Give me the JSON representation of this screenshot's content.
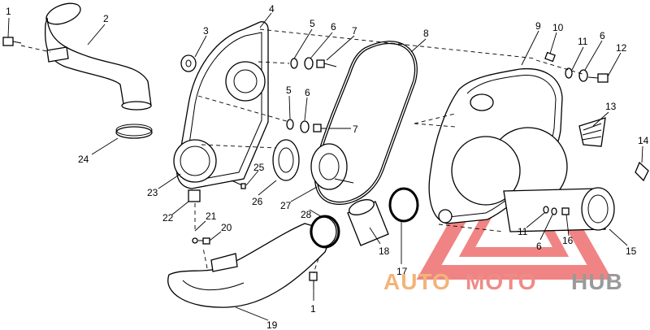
{
  "callouts": [
    "1",
    "2",
    "3",
    "4",
    "5",
    "6",
    "7",
    "8",
    "9",
    "10",
    "11",
    "6",
    "12",
    "13",
    "5",
    "6",
    "7",
    "14",
    "23",
    "25",
    "26",
    "27",
    "22",
    "21",
    "20",
    "28",
    "18",
    "11",
    "6",
    "16",
    "15",
    "17",
    "1",
    "19",
    "24"
  ],
  "watermark": {
    "text_part1": "AUTO",
    "text_part2": "MOTO",
    "text_part3": "HUB",
    "color_auto": "#f2b47a",
    "color_moto": "#ef8b86",
    "color_hub": "#9a9a9a",
    "triangle_color": "#ee6f6f"
  }
}
